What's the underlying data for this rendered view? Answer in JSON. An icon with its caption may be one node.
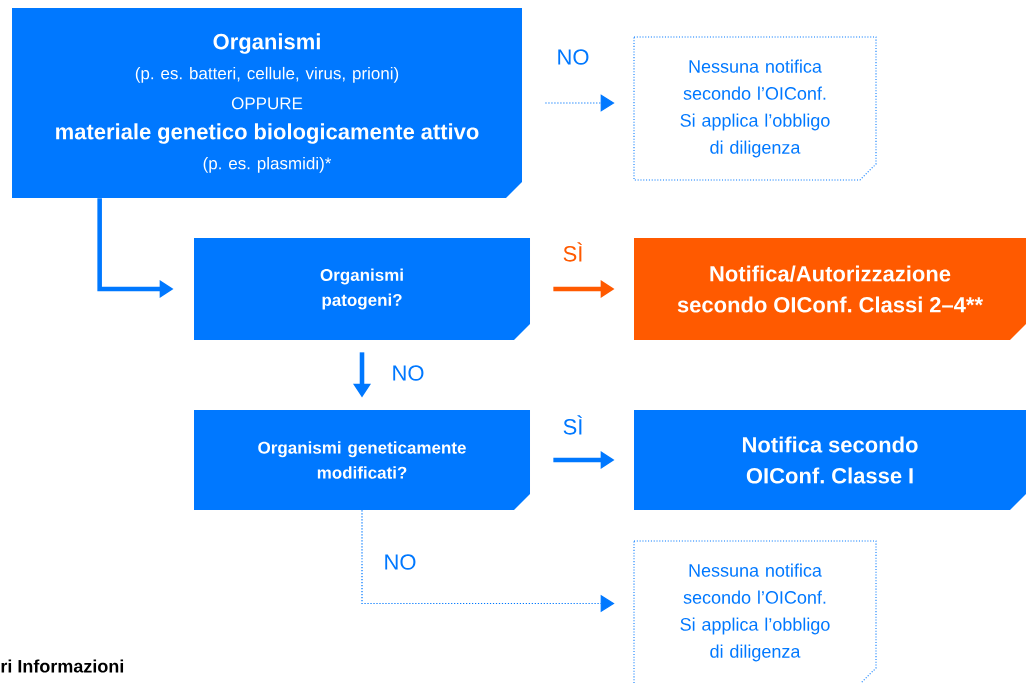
{
  "diagram": {
    "nodes": [
      {
        "text": [
          "Organismi",
          "(p. es. batteri, cellule, virus, prioni)",
          "OPPURE",
          "materiale genetico biologicamente attivo",
          "(p. es. plasmidi)*"
        ]
      },
      {
        "text": [
          "Nessuna notifica secondo l’OIConf. Si applica l’obbligo di diligenza"
        ]
      },
      {
        "text": [
          "Organismi patogeni?"
        ]
      },
      {
        "text": [
          "Notifica/Autorizzazione secondo OIConf. Classi 2–4**"
        ]
      },
      {
        "text": [
          "Organismi geneticamente modificati?"
        ]
      },
      {
        "text": [
          "Notifica secondo OIConf. Classe I"
        ]
      },
      {
        "text": [
          "Nessuna notifica secondo l’OIConf. Si applica l’obbligo di diligenza"
        ]
      }
    ],
    "edges": [
      {
        "from": 0,
        "to": 1,
        "arrow": "to",
        "label": "NO",
        "style": "dashed"
      },
      {
        "from": 0,
        "to": 2,
        "arrow": "to"
      },
      {
        "from": 2,
        "to": 3,
        "arrow": "to",
        "label": "SÌ",
        "color": "#ff5a00"
      },
      {
        "from": 2,
        "to": 4,
        "arrow": "to",
        "label": "NO"
      },
      {
        "from": 4,
        "to": 5,
        "arrow": "to",
        "label": "SÌ"
      },
      {
        "from": 4,
        "to": 6,
        "arrow": "to",
        "label": "NO",
        "style": "dashed"
      }
    ],
    "labels": [
      "ri Informazioni"
    ]
  }
}
